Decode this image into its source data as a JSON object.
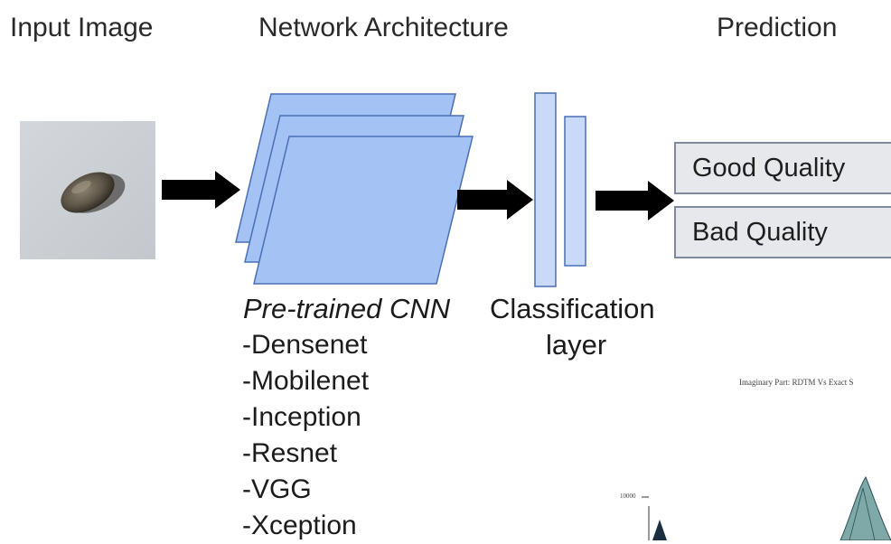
{
  "headers": {
    "input": "Input Image",
    "network": "Network Architecture",
    "prediction": "Prediction"
  },
  "cnn": {
    "title": "Pre-trained CNN",
    "models": [
      "-Densenet",
      "-Mobilenet",
      "-Inception",
      "-Resnet",
      "-VGG",
      "-Xception"
    ]
  },
  "classification": {
    "line1": "Classification",
    "line2": "layer"
  },
  "predictions": [
    "Good Quality",
    "Bad Quality"
  ],
  "overlay": {
    "title": "Imaginary Part: RDTM Vs Exact S",
    "tick": "10000"
  },
  "colors": {
    "cnn_fill": "#a4c2f4",
    "cnn_stroke": "#4a6fb5",
    "layer_fill": "#c9daf8",
    "arrow": "#000000",
    "pred_fill": "#e6e8ec"
  }
}
